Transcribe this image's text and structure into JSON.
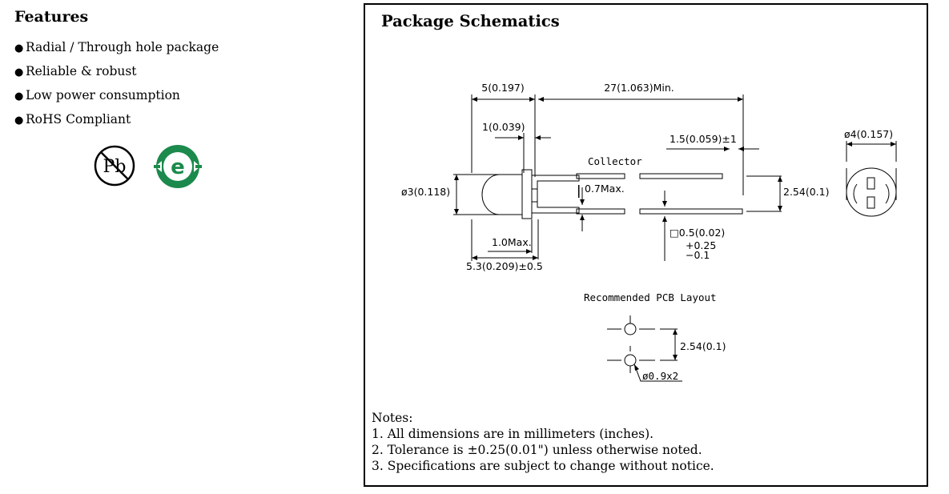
{
  "features": {
    "title": "Features",
    "bullet": "●",
    "items": [
      "Radial / Through hole package",
      "Reliable & robust",
      "Low power consumption",
      "RoHS Compliant"
    ],
    "pb_icon_text": "Pb",
    "eco_icon_letter": "e"
  },
  "schematics": {
    "title": "Package Schematics",
    "dims": {
      "top_width": "5(0.197)",
      "lead_length": "27(1.063)Min.",
      "flange": "1(0.039)",
      "lead_pitch_tol": "1.5(0.059)±1",
      "body_diameter_side": "ø4(0.157)",
      "collector_label": "Collector",
      "lens_diameter": "ø3(0.118)",
      "standoff": "0.7Max.",
      "lead_spacing": "2.54(0.1)",
      "lead_square": "□0.5(0.02)",
      "tol_plus": "+0.25",
      "tol_minus": "−0.1",
      "flange_max": "1.0Max.",
      "body_length": "5.3(0.209)±0.5"
    },
    "pcb": {
      "title": "Recommended PCB Layout",
      "spacing": "2.54(0.1)",
      "hole": "ø0.9x2"
    },
    "notes": [
      "Notes:",
      "1. All dimensions are in millimeters (inches).",
      "2. Tolerance is ±0.25(0.01\") unless otherwise noted.",
      "3. Specifications are subject to change without notice."
    ]
  }
}
